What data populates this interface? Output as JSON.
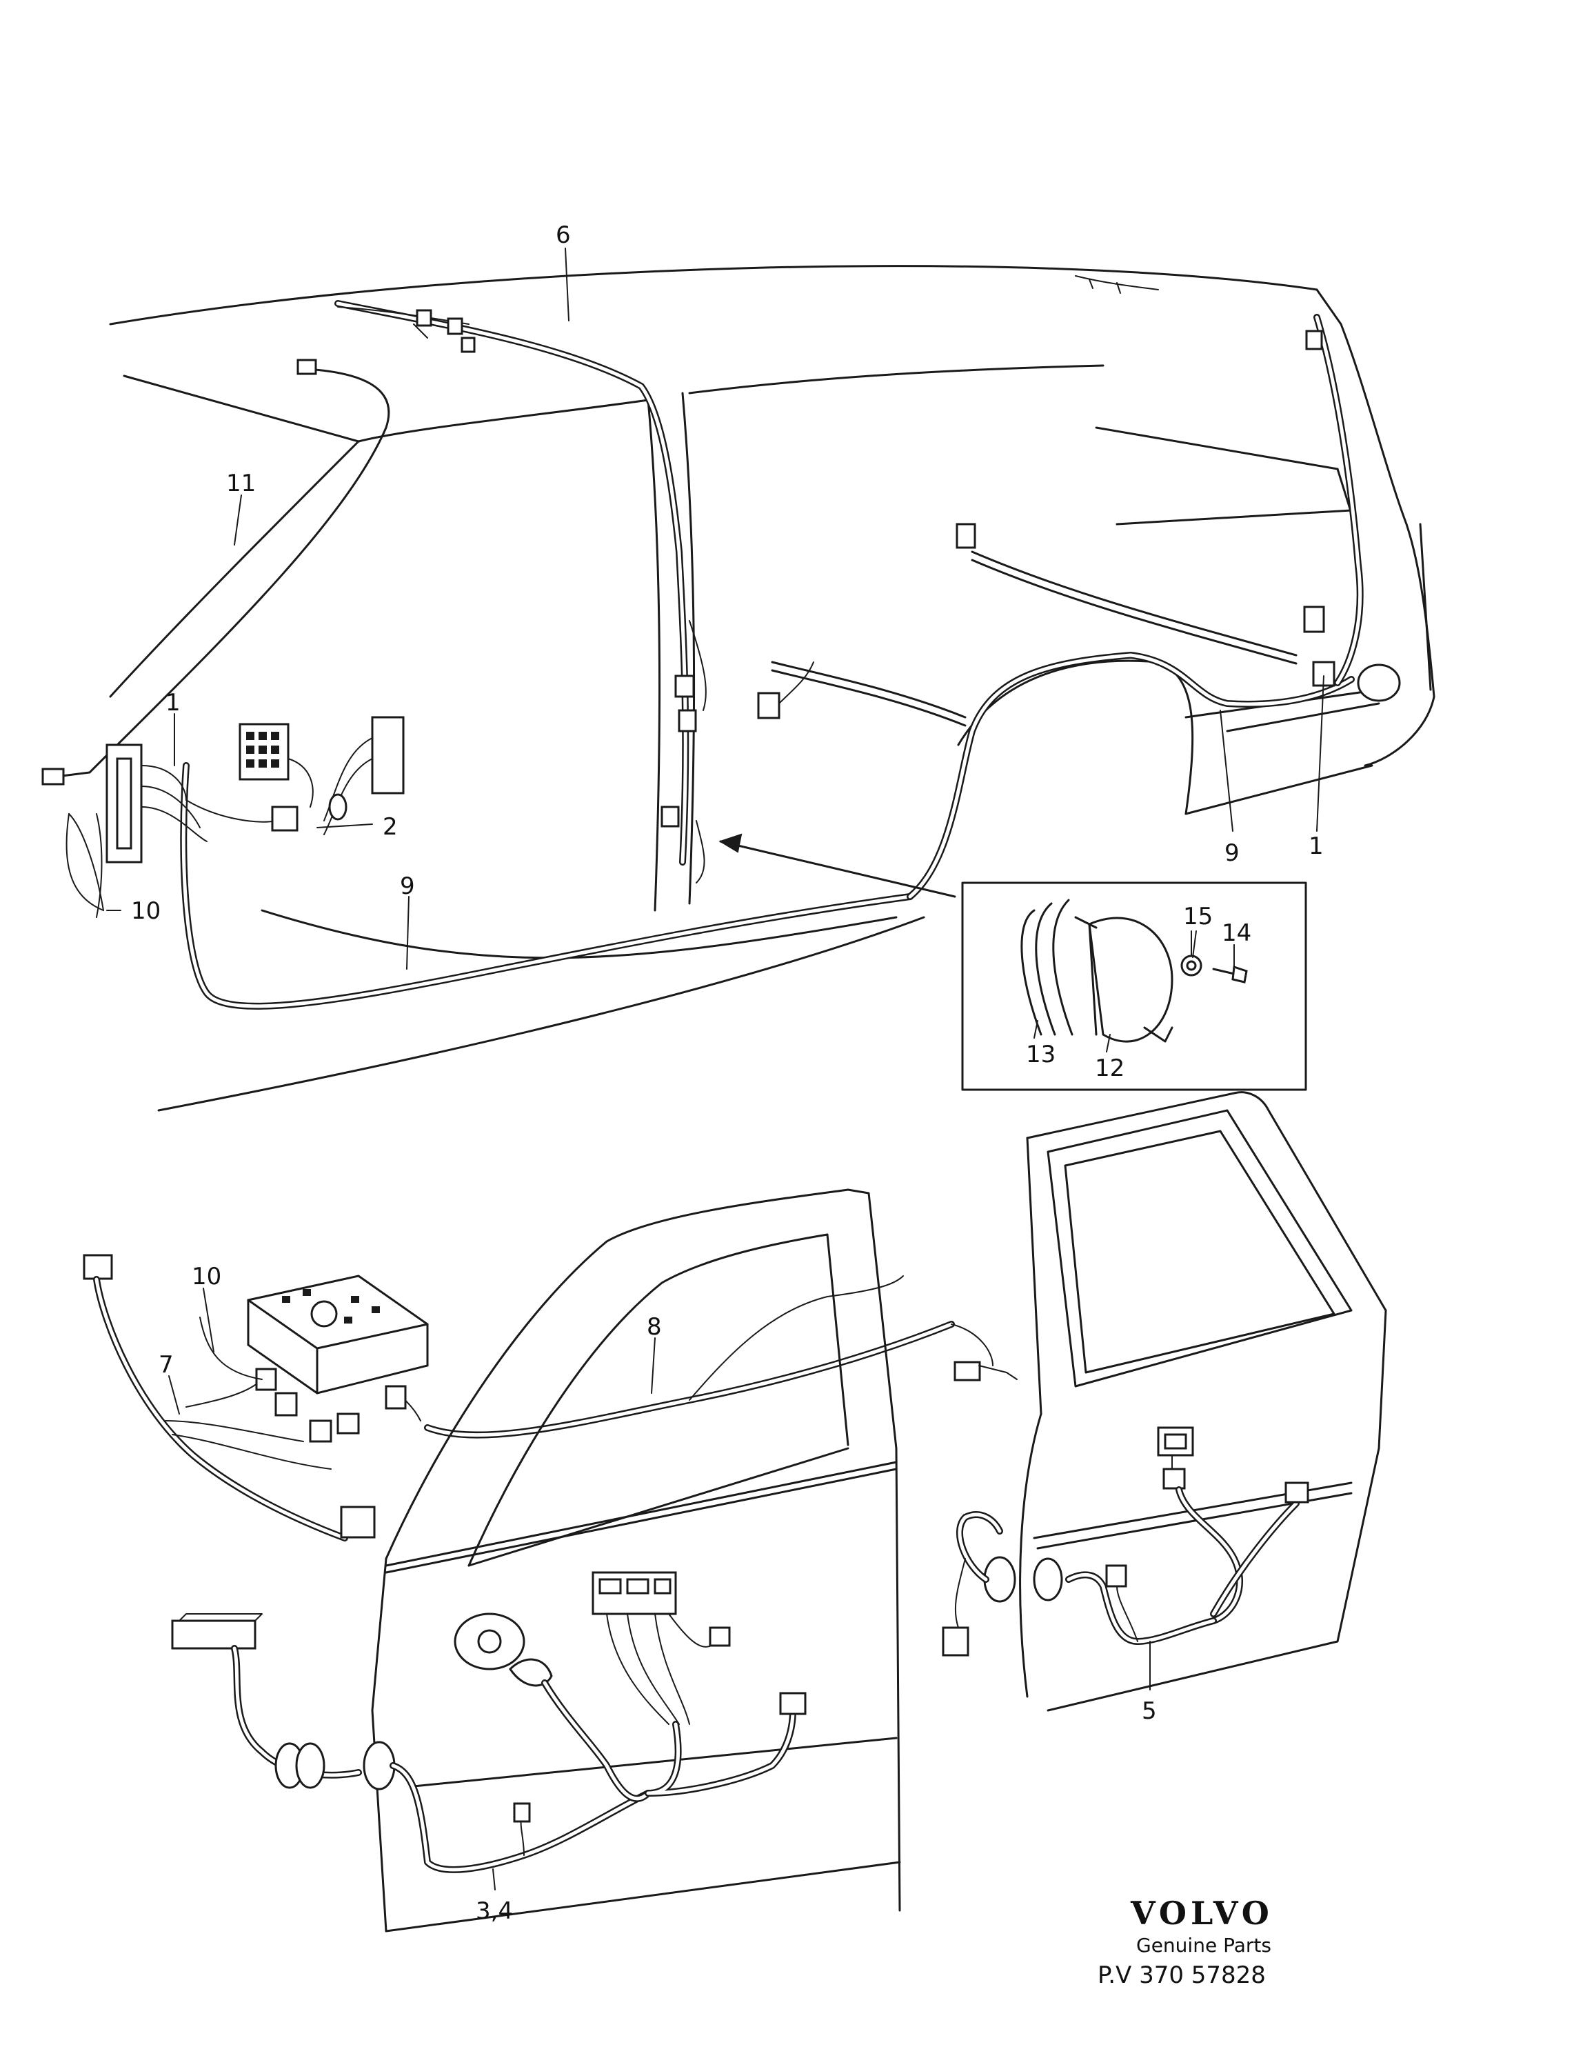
{
  "callouts": {
    "c1_left": "1",
    "c2": "2",
    "c6": "6",
    "c9_left": "9",
    "c10_top": "10",
    "c11": "11",
    "c9_right": "9",
    "c1_right": "1",
    "c15": "15",
    "c14": "14",
    "c13": "13",
    "c12": "12",
    "c10_bottom": "10",
    "c7": "7",
    "c8": "8",
    "c5": "5",
    "c34": "3,4"
  },
  "brand": {
    "logo_text": "VOLVO",
    "subtitle": "Genuine Parts",
    "reference": "P.V 370 57828"
  }
}
